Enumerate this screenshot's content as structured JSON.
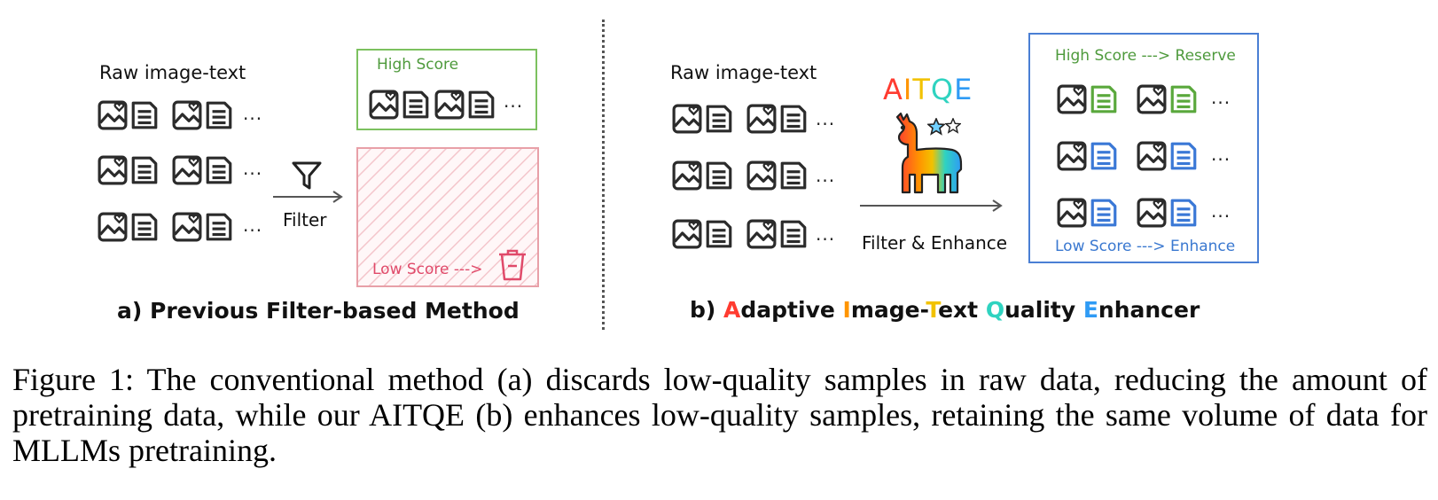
{
  "figure": {
    "panel_a": {
      "raw_label": "Raw image-text",
      "ellipsis": "...",
      "filter_label": "Filter",
      "high_score_label": "High Score",
      "low_score_label": "Low Score --->",
      "subtitle": "a) Previous Filter-based Method",
      "colors": {
        "high_box": "#7cc15f",
        "low_box": "#e8a0a8",
        "low_text": "#e04a6a"
      },
      "icons": [
        "image-icon",
        "document-icon",
        "funnel-icon",
        "trash-icon",
        "arrow-right-icon"
      ]
    },
    "panel_b": {
      "raw_label": "Raw image-text",
      "ellipsis": "...",
      "model_name": "AITQE",
      "process_label": "Filter & Enhance",
      "high_score_label": "High Score ---> Reserve",
      "low_score_label": "Low Score ---> Enhance",
      "subtitle_parts": [
        {
          "text": "b) ",
          "color": "#111111"
        },
        {
          "text": "A",
          "color": "#ff3b30"
        },
        {
          "text": "daptive ",
          "color": "#111111"
        },
        {
          "text": "I",
          "color": "#ff9500"
        },
        {
          "text": "mage-",
          "color": "#111111"
        },
        {
          "text": "T",
          "color": "#f2c200"
        },
        {
          "text": "ext ",
          "color": "#111111"
        },
        {
          "text": "Q",
          "color": "#2fd3c0"
        },
        {
          "text": "uality ",
          "color": "#111111"
        },
        {
          "text": "E",
          "color": "#2f9bf5"
        },
        {
          "text": "nhancer",
          "color": "#111111"
        }
      ],
      "title_letter_colors": [
        "#ff3b30",
        "#ff9500",
        "#f2c200",
        "#2fd3c0",
        "#2f9bf5"
      ],
      "colors": {
        "box": "#4a7fd4",
        "high_text": "#4e9a3c",
        "low_text": "#3a78d0",
        "green_doc": "#5aa83c",
        "blue_doc": "#3a78d6"
      },
      "icons": [
        "image-icon",
        "document-icon",
        "llama-icon",
        "star-icon",
        "arrow-right-icon"
      ]
    },
    "caption": "Figure 1: The conventional method (a) discards low-quality samples in raw data, reducing the amount of pretraining data, while our AITQE (b) enhances low-quality samples, retaining the same volume of data for MLLMs pretraining."
  }
}
